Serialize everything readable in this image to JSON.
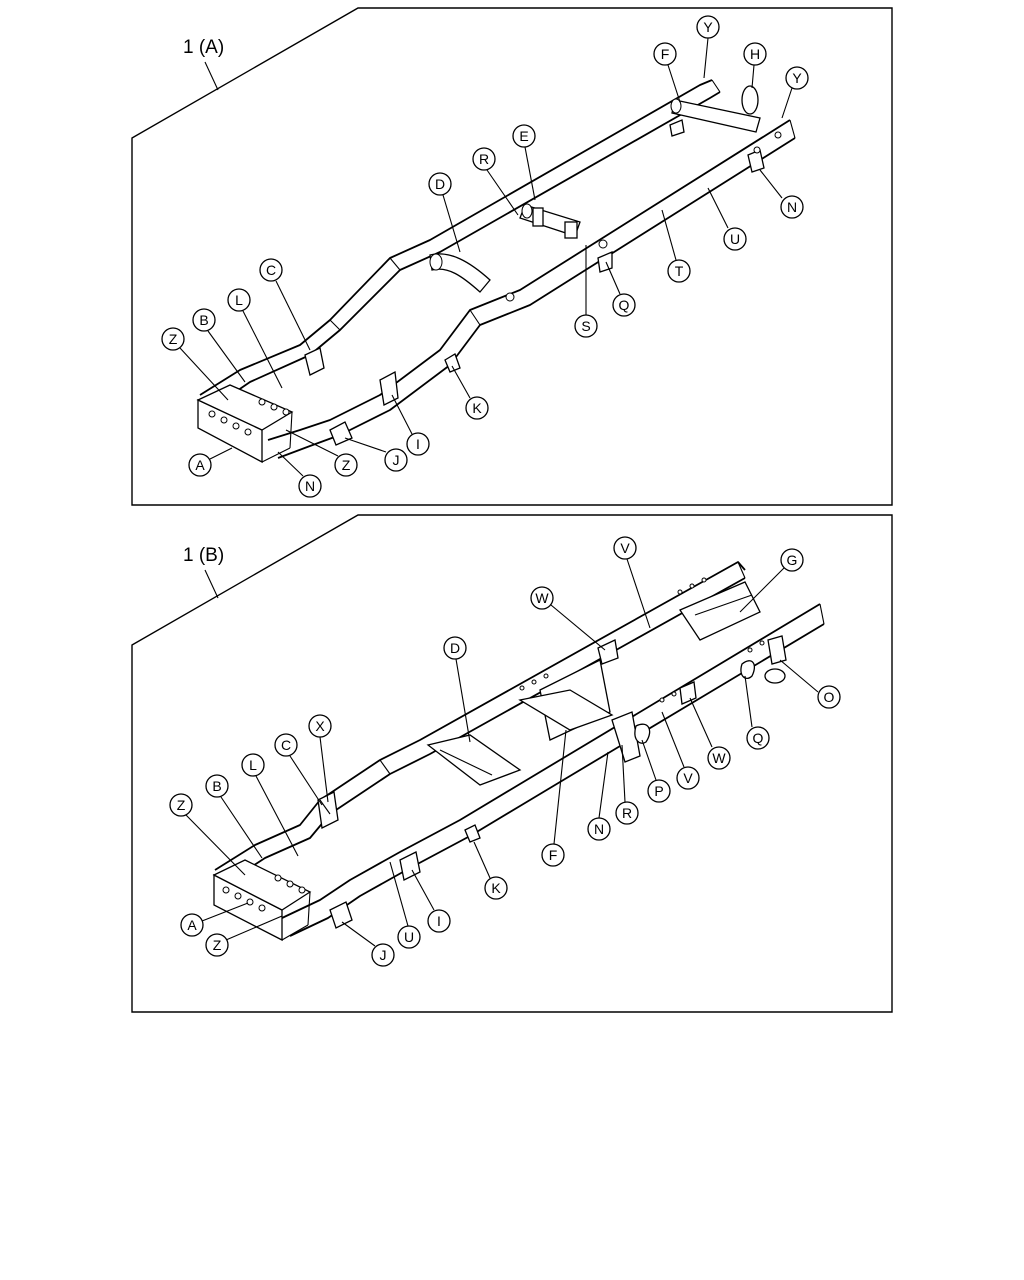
{
  "panel_a": {
    "title": "1 (A)",
    "callouts": [
      "Y",
      "F",
      "H",
      "Y",
      "E",
      "R",
      "N",
      "D",
      "U",
      "T",
      "C",
      "Q",
      "S",
      "L",
      "B",
      "Z",
      "K",
      "I",
      "A",
      "Z",
      "J",
      "N"
    ]
  },
  "panel_b": {
    "title": "1 (B)",
    "callouts": [
      "V",
      "G",
      "W",
      "D",
      "O",
      "X",
      "C",
      "Q",
      "L",
      "B",
      "Z",
      "W",
      "V",
      "P",
      "R",
      "N",
      "F",
      "K",
      "A",
      "I",
      "U",
      "Z",
      "J"
    ]
  }
}
